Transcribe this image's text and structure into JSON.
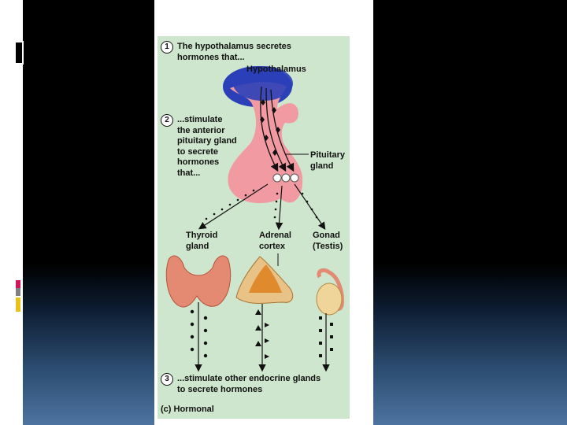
{
  "steps": [
    {
      "num": "1",
      "text": "The hypothalamus secretes\nhormones that..."
    },
    {
      "num": "2",
      "text": "...stimulate\nthe anterior\npituitary gland\nto secrete\nhormones\nthat..."
    },
    {
      "num": "3",
      "text": "...stimulate other endocrine glands\nto secrete hormones"
    }
  ],
  "labels": {
    "hypothalamus": "Hypothalamus",
    "pituitary": "Pituitary\ngland",
    "thyroid": "Thyroid\ngland",
    "adrenal": "Adrenal\ncortex",
    "gonad": "Gonad\n(Testis)"
  },
  "caption": {
    "prefix": "(c)",
    "text": "Hormonal"
  },
  "colors": {
    "panel_bg": "#cde6cd",
    "hypothalamus": "#2a3fb8",
    "pituitary": "#f19aa1",
    "thyroid": "#e58a72",
    "adrenal": "#e8c287",
    "adrenal_core": "#e08a2e",
    "testis": "#f0d59a",
    "accent_pink": "#d4145a",
    "accent_gray": "#7f7f7f",
    "accent_yellow": "#e8c21a"
  }
}
